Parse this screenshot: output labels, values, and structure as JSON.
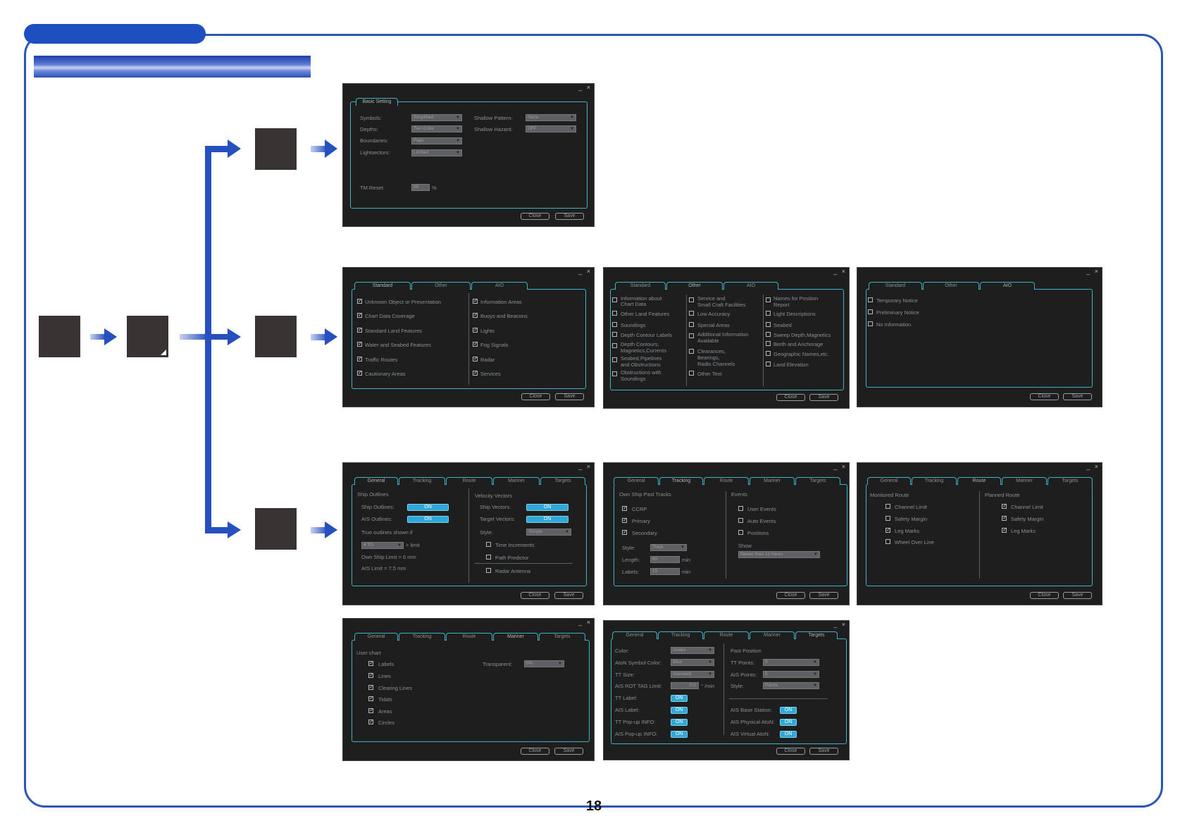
{
  "page": {
    "page_number": "18"
  },
  "window_controls": "_ ×",
  "buttons": {
    "close": "Close",
    "save": "Save"
  },
  "common": {
    "on": "ON"
  },
  "basic_setting": {
    "tab": "Basic Setting",
    "symbols_label": "Symbols:",
    "symbols_value": "Simplified",
    "depths_label": "Depths:",
    "depths_value": "Two Color",
    "boundaries_label": "Boundaries:",
    "boundaries_value": "Plain",
    "lightsectors_label": "Lightsectors:",
    "lightsectors_value": "Limited",
    "shallow_pattern_label": "Shallow Pattern:",
    "shallow_pattern_value": "None",
    "shallow_hazard_label": "Shallow Hazard:",
    "shallow_hazard_value": "OFF",
    "tm_reset_label": "TM Reset:",
    "tm_reset_value": "80",
    "tm_reset_unit": "%"
  },
  "chart_layers": {
    "tabs": [
      "Standard",
      "Other",
      "AIO"
    ],
    "standard_items": [
      "Unknown Object or Presentation",
      "Chart Data Coverage",
      "Standard Land Features",
      "Water and Seabed Features",
      "Traffic Routes",
      "Cautionary Areas",
      "Information Areas",
      "Buoys and Beacons",
      "Lights",
      "Fog Signals",
      "Radar",
      "Services"
    ],
    "other_col1": [
      "Information about",
      "Chart Data",
      "Other Land Features",
      "Soundings",
      "Depth Contour Labels",
      "Depth Contours,",
      "Magnetics,Currents",
      "Seabed,Pipelines",
      "and Obstructions",
      "Obstructions with",
      "Soundings"
    ],
    "other_col2": [
      "Service and",
      "Small Craft Facilities",
      "Low Accuracy",
      "Special Areas",
      "Additional Information",
      "Available",
      "Clearances,",
      "Bearings,",
      "Radio Channels",
      "Other Text"
    ],
    "other_col3": [
      "Names for Position",
      "Report",
      "Light Descriptions",
      "Seabed",
      "Sweep Depth,Magnetics",
      "Berth and Anchorage",
      "Geographic Names,etc.",
      "Land Elevation"
    ],
    "aio_items": [
      "Temporary Notice",
      "Preliminary Notice",
      "No Information"
    ]
  },
  "ship_settings": {
    "tabs": [
      "General",
      "Tracking",
      "Route",
      "Mariner",
      "Targets"
    ],
    "general": {
      "ship_outlines_header": "Ship Outlines",
      "ship_outlines_label": "Ship Outlines:",
      "ais_outlines_label": "AIS Outlines:",
      "true_outlines": "True outlines shown if",
      "true_outlines_value": "4 TO",
      "limit_label": "> limit",
      "own_ship_limit": "Own Ship Limit =  6 mm",
      "ais_limit": "AIS Limit =  7.5 mm",
      "velocity_header": "Velocity Vectors",
      "ship_vectors_label": "Ship Vectors:",
      "target_vectors_label": "Target Vectors:",
      "style_label": "Style:",
      "style_value": "Simple",
      "time_increments": "Time Increments",
      "path_predictor": "Path Predictor",
      "radar_antenna": "Radar Antenna"
    },
    "tracking": {
      "header": "Own Ship Past Tracks",
      "ccrp": "CCRP",
      "primary": "Primary",
      "secondary": "Secondary",
      "style_label": "Style:",
      "style_value": "Thick",
      "length_label": "Length:",
      "length_value": "60",
      "labels_label": "Labels:",
      "labels_value": "15",
      "min": "min",
      "events_header": "Events",
      "user_events": "User Events",
      "auto_events": "Auto Events",
      "positions": "Positions",
      "show_label": "Show",
      "show_value": "Newer than 12 hours"
    },
    "route": {
      "monitored_header": "Monitored Route",
      "planned_header": "Planned Route",
      "channel_limit": "Channel Limit",
      "safety_margin": "Safety Margin",
      "leg_marks": "Leg Marks",
      "wheel_over_line": "Wheel Over Line"
    },
    "mariner": {
      "header": "User chart",
      "items": [
        "Labels",
        "Lines",
        "Clearing Lines",
        "Tidals",
        "Areas",
        "Circles"
      ],
      "transparent_label": "Transparent:",
      "transparent_value": "0%"
    },
    "targets": {
      "color_label": "Color:",
      "color_value": "Green",
      "aton_label": "AtoN Symbol Color:",
      "aton_value": "Blue",
      "tt_size_label": "TT Size:",
      "tt_size_value": "Standard",
      "ais_rot_label": "AIS ROT TAG Limit:",
      "ais_rot_value": "0.0",
      "ais_rot_unit": "° /min",
      "tt_label": "TT Label:",
      "ais_label": "AIS Label:",
      "tt_popup": "TT Pop-up INFO:",
      "ais_popup": "AIS Pop-up INFO:",
      "past_position": "Past Position",
      "tt_points_label": "TT Points:",
      "tt_points_value": "5",
      "ais_points_label": "AIS Points:",
      "ais_points_value": "5",
      "style_label": "Style:",
      "style_value": "Points",
      "ais_base": "AIS Base Station:",
      "ais_physical": "AIS Physical AtoN:",
      "ais_virtual": "AIS Virtual AtoN:"
    }
  }
}
